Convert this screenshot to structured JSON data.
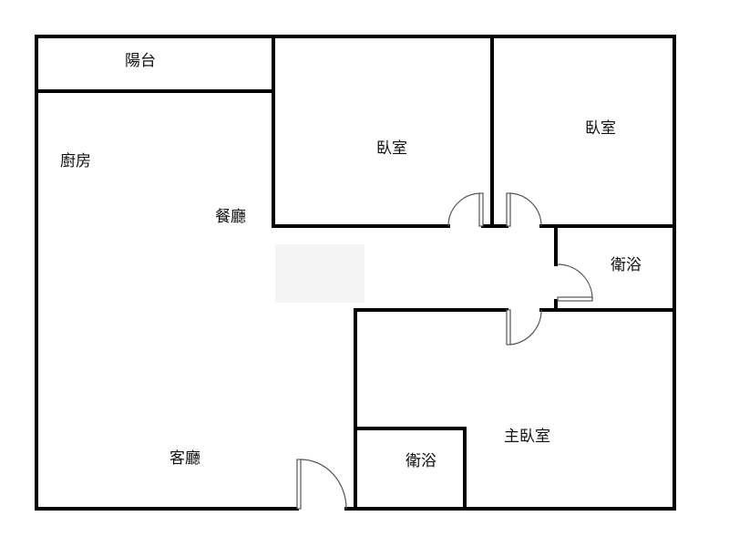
{
  "floor_plan": {
    "rooms": {
      "balcony": "陽台",
      "kitchen": "廚房",
      "dining": "餐廳",
      "living": "客廳",
      "bedroom_top_middle": "臥室",
      "bedroom_top_right": "臥室",
      "bathroom_right": "衛浴",
      "master_bedroom": "主臥室",
      "bathroom_bottom": "衛浴"
    }
  }
}
